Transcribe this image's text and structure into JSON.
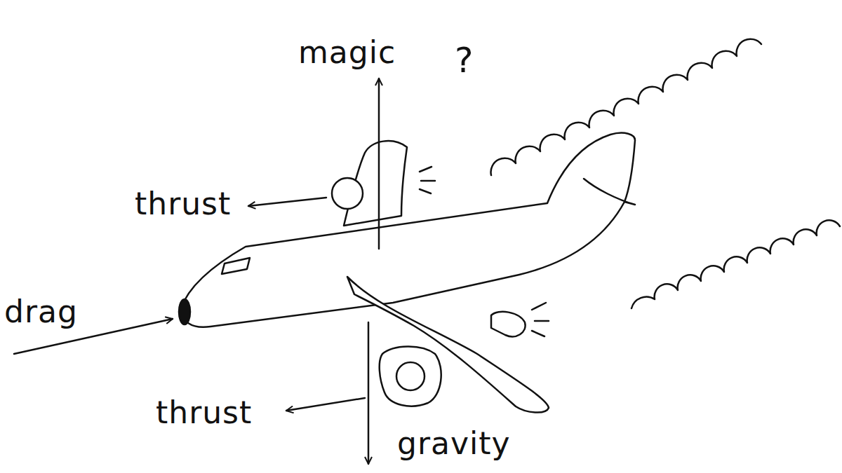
{
  "diagram": {
    "labels": [
      "magic",
      "?",
      "thrust",
      "drag",
      "thrust",
      "gravity"
    ]
  }
}
